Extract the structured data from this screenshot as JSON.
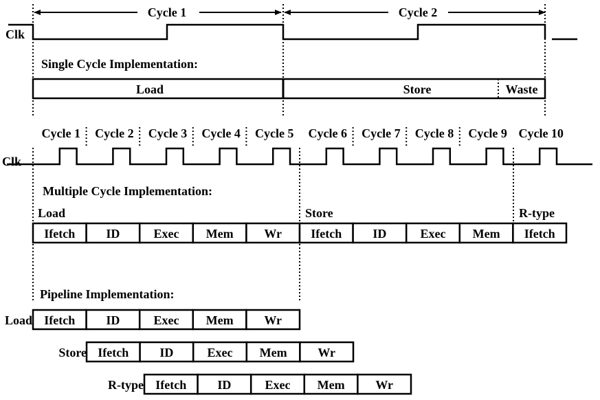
{
  "clk_label": "Clk",
  "single": {
    "cycle_labels": [
      "Cycle 1",
      "Cycle 2"
    ],
    "title": "Single Cycle Implementation:",
    "segments": [
      "Load",
      "Store",
      "Waste"
    ]
  },
  "multi": {
    "cycle_labels": [
      "Cycle 1",
      "Cycle 2",
      "Cycle 3",
      "Cycle 4",
      "Cycle 5",
      "Cycle 6",
      "Cycle 7",
      "Cycle 8",
      "Cycle 9",
      "Cycle 10"
    ],
    "title": "Multiple Cycle Implementation:",
    "instr_labels": [
      "Load",
      "Store",
      "R-type"
    ],
    "stages": [
      "Ifetch",
      "ID",
      "Exec",
      "Mem",
      "Wr",
      "Ifetch",
      "ID",
      "Exec",
      "Mem",
      "Ifetch"
    ]
  },
  "pipeline": {
    "title": "Pipeline Implementation:",
    "rows": [
      {
        "label": "Load",
        "stages": [
          "Ifetch",
          "ID",
          "Exec",
          "Mem",
          "Wr"
        ]
      },
      {
        "label": "Store",
        "stages": [
          "Ifetch",
          "ID",
          "Exec",
          "Mem",
          "Wr"
        ]
      },
      {
        "label": "R-type",
        "stages": [
          "Ifetch",
          "ID",
          "Exec",
          "Mem",
          "Wr"
        ]
      }
    ]
  }
}
